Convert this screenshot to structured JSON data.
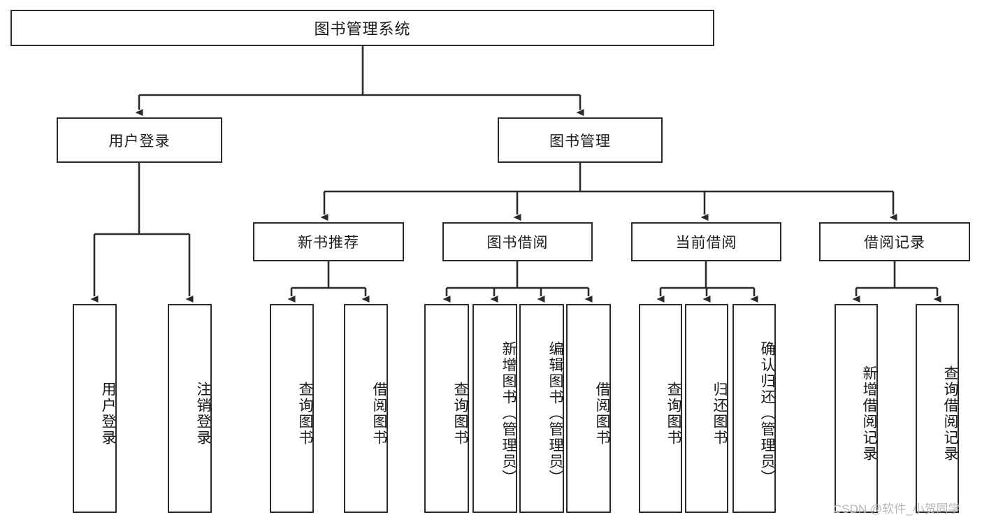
{
  "diagram": {
    "type": "tree",
    "title": "图书管理系统",
    "watermark": "CSDN @软件_小贺同学",
    "root": {
      "id": "root",
      "label": "图书管理系统"
    },
    "level2": [
      {
        "id": "user-login",
        "label": "用户登录"
      },
      {
        "id": "book-manage",
        "label": "图书管理"
      }
    ],
    "level3": [
      {
        "id": "new-book-rec",
        "label": "新书推荐"
      },
      {
        "id": "book-borrow",
        "label": "图书借阅"
      },
      {
        "id": "current-borrow",
        "label": "当前借阅"
      },
      {
        "id": "borrow-record",
        "label": "借阅记录"
      }
    ],
    "leaves": {
      "user_login": [
        {
          "id": "leaf-user-login",
          "label": "用户登录"
        },
        {
          "id": "leaf-logout",
          "label": "注销登录"
        }
      ],
      "new_book_rec": [
        {
          "id": "leaf-query-book-1",
          "label": "查询图书"
        },
        {
          "id": "leaf-borrow-book-1",
          "label": "借阅图书"
        }
      ],
      "book_borrow": [
        {
          "id": "leaf-query-book-2",
          "label": "查询图书"
        },
        {
          "id": "leaf-add-book",
          "label": "新增图书（管理员）"
        },
        {
          "id": "leaf-edit-book",
          "label": "编辑图书（管理员）"
        },
        {
          "id": "leaf-borrow-book-2",
          "label": "借阅图书"
        }
      ],
      "current_borrow": [
        {
          "id": "leaf-query-book-3",
          "label": "查询图书"
        },
        {
          "id": "leaf-return-book",
          "label": "归还图书"
        },
        {
          "id": "leaf-confirm-return",
          "label": "确认归还（管理员）"
        }
      ],
      "borrow_record": [
        {
          "id": "leaf-add-record",
          "label": "新增借阅记录"
        },
        {
          "id": "leaf-query-record",
          "label": "查询借阅记录"
        }
      ]
    },
    "colors": {
      "stroke": "#2b2b2b",
      "fill": "#ffffff",
      "text": "#1a1a1a",
      "watermark": "#b6b6b6"
    }
  }
}
